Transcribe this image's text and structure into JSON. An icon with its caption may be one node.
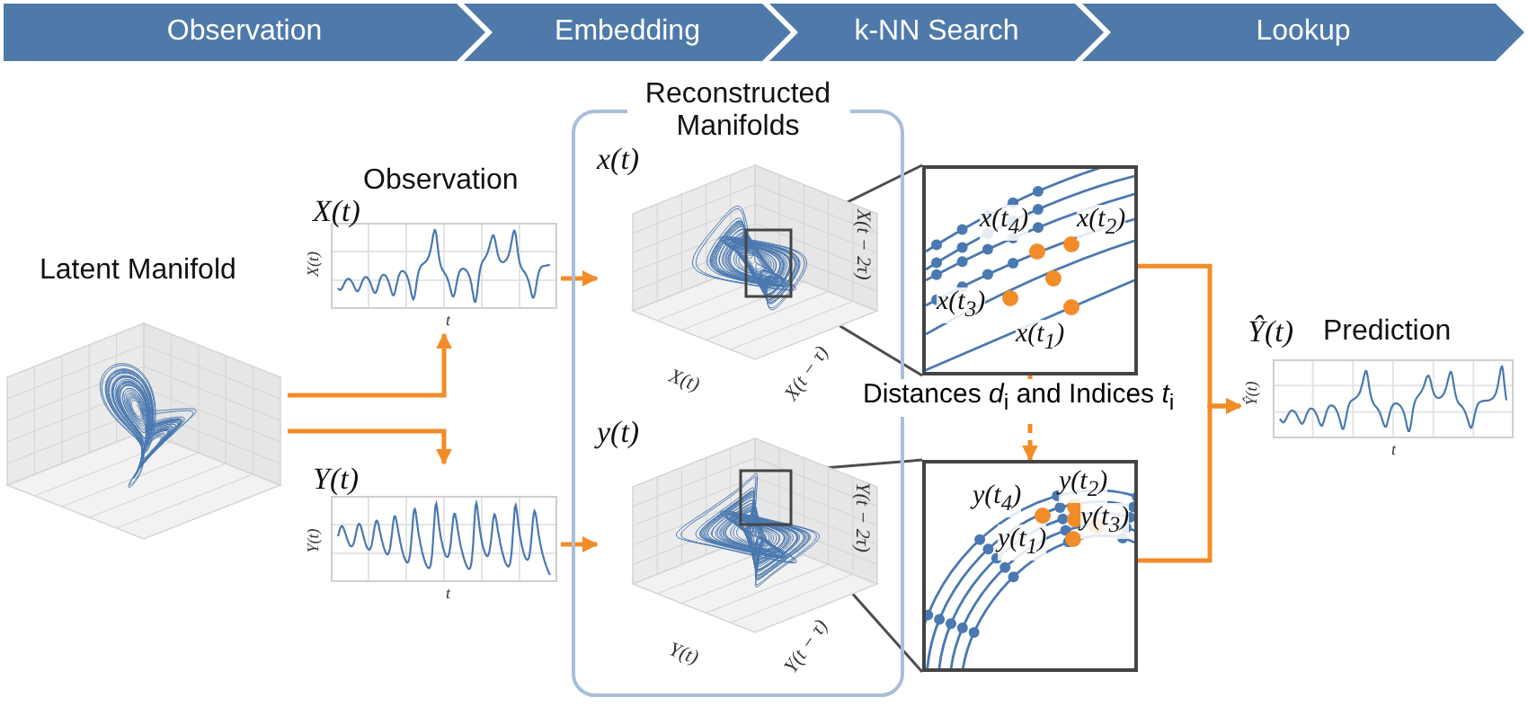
{
  "diagram": {
    "nodes": [
      {
        "text": [
          "Observation"
        ]
      },
      {
        "text": [
          "Embedding"
        ]
      },
      {
        "text": [
          "k-NN Search"
        ]
      },
      {
        "text": [
          "Lookup"
        ]
      },
      {
        "text": [
          "Latent Manifold"
        ]
      },
      {
        "text": [
          "Observation",
          "X(t)",
          "X(t)",
          "t"
        ]
      },
      {
        "text": [
          "Y(t)",
          "Y(t)",
          "t"
        ]
      },
      {
        "text": [
          "Reconstructed Manifolds"
        ]
      },
      {
        "text": [
          "x(t)",
          "X(t)",
          "X(t − τ)",
          "X(t − 2τ)"
        ],
        "in": 7
      },
      {
        "text": [
          "y(t)",
          "Y(t)",
          "Y(t − τ)",
          "Y(t − 2τ)"
        ],
        "in": 7
      },
      {
        "text": [
          "x(t$_{4}$)",
          "x(t$_{2}$)",
          "x(t$_{3}$)",
          "x(t$_{1}$)"
        ]
      },
      {
        "text": [
          "y(t$_{4}$)",
          "y(t$_{2}$)",
          "y(t$_{3}$)",
          "y(t$_{1}$)"
        ]
      },
      {
        "text": [
          "Ŷ(t)",
          "Prediction",
          "Ŷ(t)",
          "t"
        ]
      }
    ],
    "edges": [
      {
        "from": 4,
        "to": 5,
        "arrow": "to"
      },
      {
        "from": 4,
        "to": 6,
        "arrow": "to"
      },
      {
        "from": 5,
        "to": 8,
        "arrow": "to"
      },
      {
        "from": 6,
        "to": 9,
        "arrow": "to"
      },
      {
        "from": 8,
        "to": 10,
        "arrow": "none",
        "color": "#4d4d4d"
      },
      {
        "from": 9,
        "to": 11,
        "arrow": "none",
        "color": "#4d4d4d"
      },
      {
        "from": 10,
        "to": 11,
        "arrow": "to",
        "label": "Distances *d*$_{i}$ and Indices *t*$_{i}$",
        "style": "dashed"
      },
      {
        "from": 10,
        "to": 12,
        "arrow": "to"
      },
      {
        "from": 11,
        "to": 12,
        "arrow": "to"
      }
    ]
  }
}
